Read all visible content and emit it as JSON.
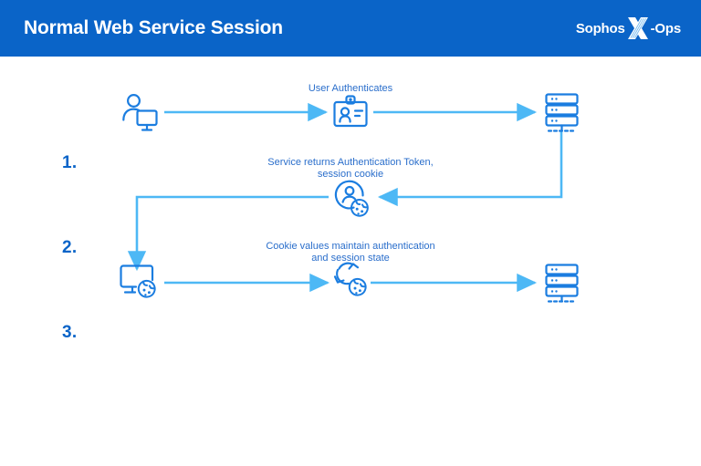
{
  "header": {
    "title": "Normal Web Service Session",
    "logo": {
      "left_text": "Sophos",
      "mark": "x-mark",
      "right_text": "-Ops",
      "full_text": "Sophos X-Ops"
    },
    "background_color": "#0a64c8",
    "title_color": "#ffffff"
  },
  "diagram": {
    "type": "flow",
    "background_color": "#ffffff",
    "accent_color": "#0a64c8",
    "line_color": "#4db8f5",
    "caption_color": "#2a6ecb",
    "steps": [
      {
        "number": "1.",
        "caption": "User Authenticates",
        "nodes": [
          {
            "name": "user-workstation",
            "icon": "user-monitor-icon"
          },
          {
            "name": "authentication-badge",
            "icon": "id-badge-icon"
          },
          {
            "name": "web-server",
            "icon": "server-icon"
          }
        ]
      },
      {
        "number": "2.",
        "caption": "Service returns Authentication Token, session cookie",
        "caption_line_1": "Service returns Authentication Token,",
        "caption_line_2": "session cookie",
        "nodes": [
          {
            "name": "auth-token-cookie",
            "icon": "user-cookie-icon"
          }
        ]
      },
      {
        "number": "3.",
        "caption": "Cookie values maintain authentication and session state",
        "caption_line_1": "Cookie values maintain authentication",
        "caption_line_2": "and session state",
        "nodes": [
          {
            "name": "client-with-cookie",
            "icon": "monitor-cookie-icon"
          },
          {
            "name": "session-refresh",
            "icon": "refresh-cookie-icon"
          },
          {
            "name": "web-server",
            "icon": "server-icon"
          }
        ]
      }
    ]
  }
}
